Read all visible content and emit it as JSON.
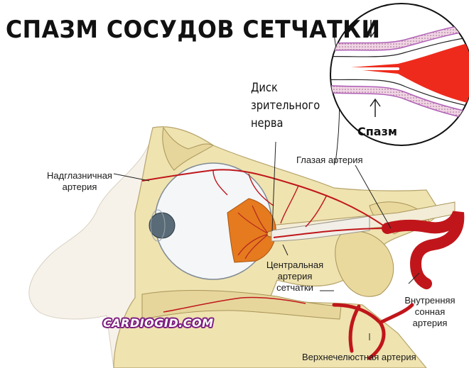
{
  "title": "СПАЗМ СОСУДОВ СЕТЧАТКИ",
  "labels": {
    "supraorbital": [
      "Надглазничная",
      "артерия"
    ],
    "optic_disc": [
      "Диск",
      "зрительного",
      "нерва"
    ],
    "ophthalmic": "Глазая артерия",
    "spasm": "Спазм",
    "central_retinal": [
      "Центральная",
      "артерия",
      "сетчатки"
    ],
    "internal_carotid": [
      "Внутренняя",
      "сонная",
      "артерия"
    ],
    "maxillary": "Верхнечелюстная артерия"
  },
  "watermark": "CARDIOGID.COM",
  "colors": {
    "bone": "#efe3b0",
    "bone_shadow": "#d9c88a",
    "artery": "#c0161b",
    "flow": "#ee2a1c",
    "vessel_wall": "#b060b8"
  }
}
